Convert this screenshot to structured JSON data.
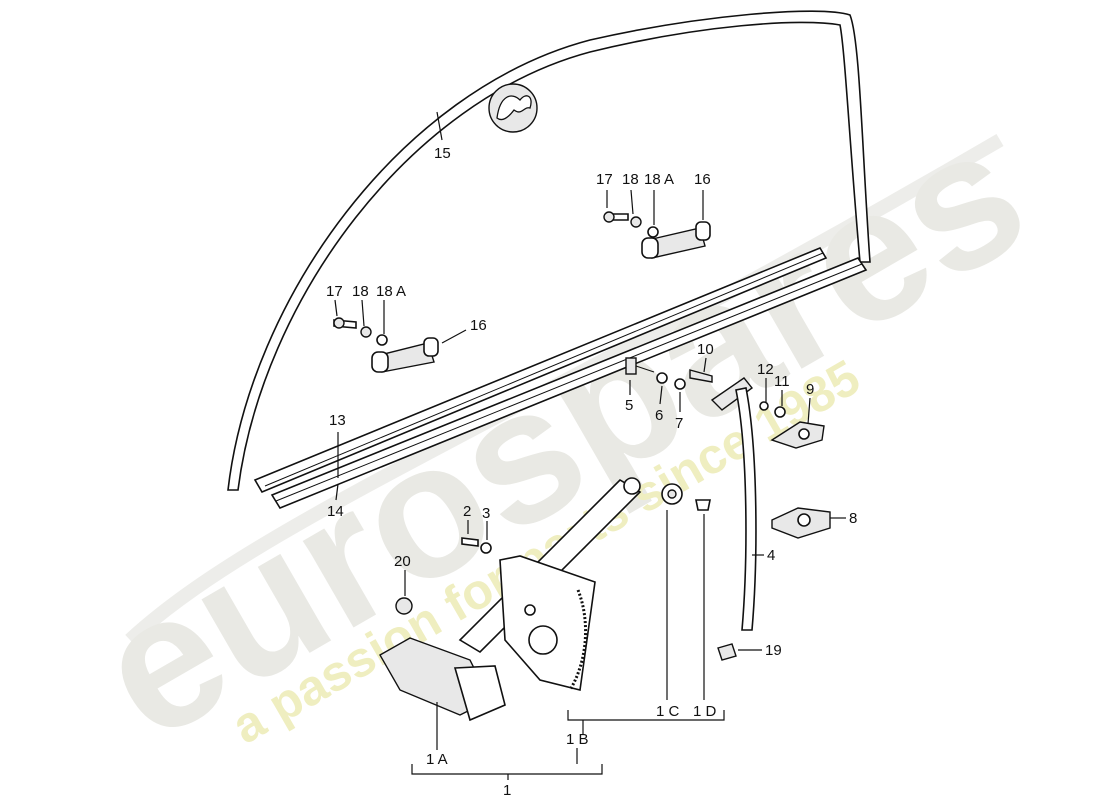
{
  "watermark": {
    "brand": "eurospares",
    "tagline": "a passion for parts since 1985",
    "brand_color": "#e9e9e4",
    "tagline_color": "#efeec0"
  },
  "diagram": {
    "labels": {
      "p15": "15",
      "p17a": "17",
      "p18a": "18",
      "p18Aa": "18 A",
      "p16a": "16",
      "p17b": "17",
      "p18b": "18",
      "p18Ab": "18 A",
      "p16b": "16",
      "p13": "13",
      "p14": "14",
      "p10": "10",
      "p5": "5",
      "p6": "6",
      "p7": "7",
      "p12": "12",
      "p11": "11",
      "p9": "9",
      "p8": "8",
      "p4": "4",
      "p2": "2",
      "p3": "3",
      "p20": "20",
      "p19": "19",
      "p1C": "1 C",
      "p1D": "1 D",
      "p1B": "1 B",
      "p1A": "1 A",
      "p1": "1"
    },
    "icons": [
      "prancing-horse-emblem-icon"
    ]
  }
}
